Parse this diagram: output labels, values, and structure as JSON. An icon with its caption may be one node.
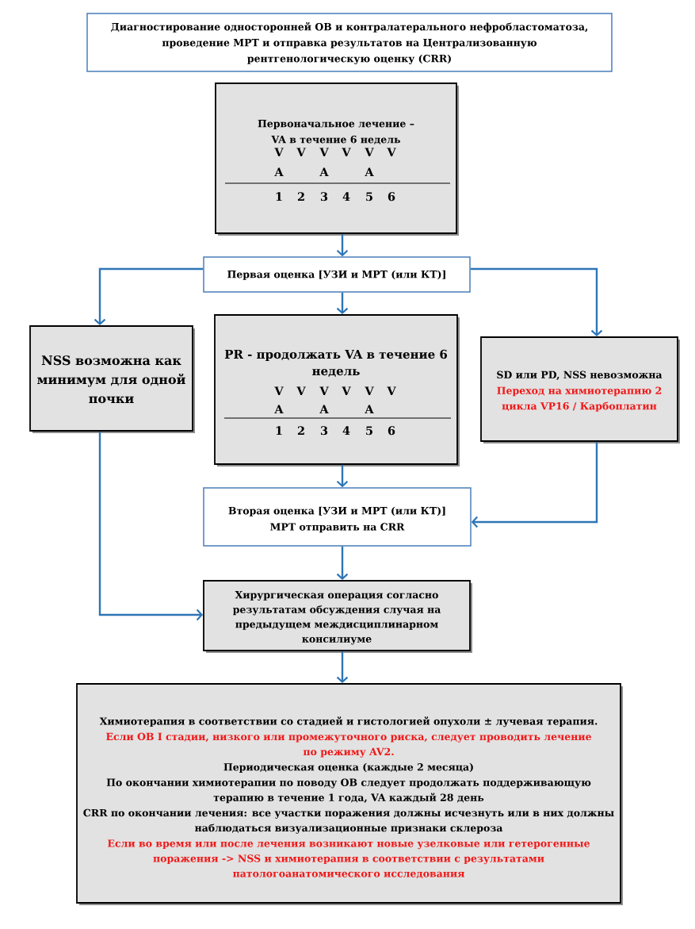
{
  "diagram": {
    "nodes": [
      {
        "text": [
          "Диагностирование односторонней ОВ и контралатерального нефробластоматоза, проведение МРТ и отправка результатов на Централизованную рентгенологическую оценку (CRR)"
        ]
      },
      {
        "text": [
          "Первоначальное лечение – VA в течение 6 недель",
          "V",
          "V",
          "V",
          "V",
          "V",
          "V",
          "A",
          "A",
          "A",
          "1",
          "2",
          "3",
          "4",
          "5",
          "6"
        ]
      },
      {
        "text": [
          "Первая оценка [УЗИ и МРТ (или КТ)]"
        ]
      },
      {
        "text": [
          "NSS возможна как минимум для одной почки"
        ]
      },
      {
        "text": [
          "PR - продолжать VA в течение 6 недель",
          "V",
          "V",
          "V",
          "V",
          "V",
          "V",
          "A",
          "A",
          "A",
          "1",
          "2",
          "3",
          "4",
          "5",
          "6"
        ]
      },
      {
        "text": [
          "SD или PD, NSS невозможна",
          "Переход на химиотерапию 2 цикла VP16 / Карбоплатин"
        ]
      },
      {
        "text": [
          "Вторая оценка [УЗИ и МРТ (или КТ)]",
          "МРТ отправить на CRR"
        ]
      },
      {
        "text": [
          "Хирургическая операция согласно результатам обсуждения случая на предыдущем междисциплинарном консилиуме"
        ]
      },
      {
        "text": [
          "Химиотерапия в соответствии со стадией и гистологией опухоли ± лучевая терапия.",
          "Если ОВ I стадии, низкого или промежуточного риска, следует проводить лечение по режиму AV2.",
          "Периодическая оценка (каждые 2 месяца)",
          "По окончании химиотерапии по поводу ОВ следует продолжать поддерживающую терапию в течение 1 года, VA каждый 28 день",
          "CRR по окончании лечения: все участки поражения должны исчезнуть или в них должны наблюдаться визуализационные признаки склероза",
          "Если во время или после лечения возникают новые узелковые или гетерогенные поражения -> NSS и химиотерапия в соответствии с результатами патологоанатомического исследования"
        ]
      }
    ],
    "edges": [
      {
        "from": 1,
        "to": 2,
        "arrow": "to"
      },
      {
        "from": 2,
        "to": 3,
        "arrow": "to"
      },
      {
        "from": 2,
        "to": 4,
        "arrow": "to"
      },
      {
        "from": 2,
        "to": 5,
        "arrow": "to"
      },
      {
        "from": 4,
        "to": 6,
        "arrow": "to"
      },
      {
        "from": 5,
        "to": 6,
        "arrow": "to"
      },
      {
        "from": 3,
        "to": 7,
        "arrow": "to"
      },
      {
        "from": 6,
        "to": 7,
        "arrow": "to"
      },
      {
        "from": 7,
        "to": 8,
        "arrow": "to"
      }
    ]
  }
}
